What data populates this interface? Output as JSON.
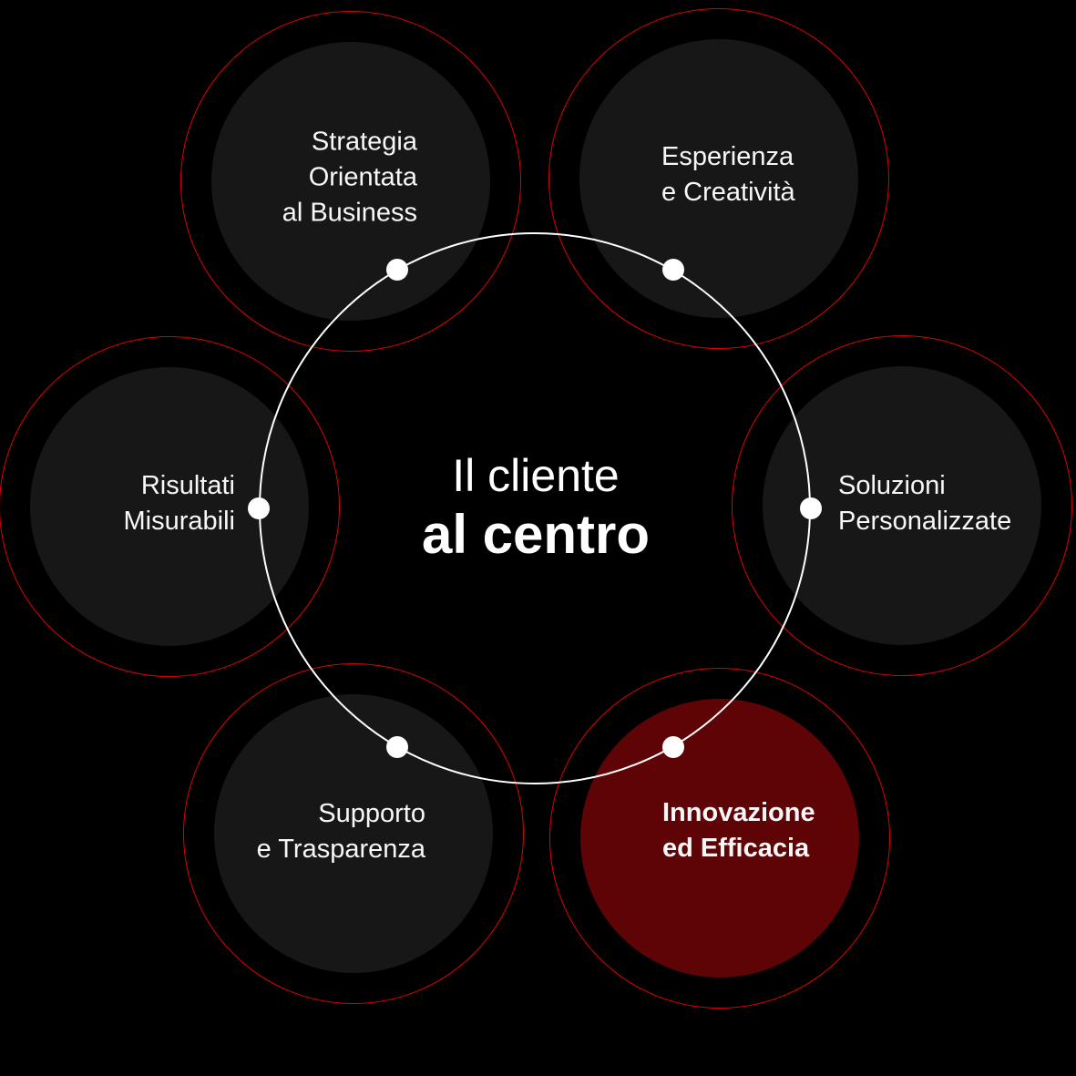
{
  "diagram": {
    "title": {
      "line1": "Il cliente",
      "line2": "al centro"
    },
    "nodes": [
      {
        "id": "strategia-orientata-al-business",
        "lines": [
          "Strategia",
          "Orientata",
          "al Business"
        ],
        "highlighted": false
      },
      {
        "id": "esperienza-e-creativita",
        "lines": [
          "Esperienza",
          "e Creatività"
        ],
        "highlighted": false
      },
      {
        "id": "risultati-misurabili",
        "lines": [
          "Risultati",
          "Misurabili"
        ],
        "highlighted": false
      },
      {
        "id": "soluzioni-personalizzate",
        "lines": [
          "Soluzioni",
          "Personalizzate"
        ],
        "highlighted": false
      },
      {
        "id": "supporto-e-trasparenza",
        "lines": [
          "Supporto",
          "e Trasparenza"
        ],
        "highlighted": false
      },
      {
        "id": "innovazione-ed-efficacia",
        "lines": [
          "Innovazione",
          "ed Efficacia"
        ],
        "highlighted": true
      }
    ],
    "colors": {
      "background": "#000000",
      "node_fill": "#171717",
      "node_fill_highlight": "#5e0306",
      "ring": "#e00000",
      "orbit": "#ffffff",
      "dot": "#ffffff",
      "text": "#f7f7f7",
      "center_text": "#ffffff"
    }
  }
}
